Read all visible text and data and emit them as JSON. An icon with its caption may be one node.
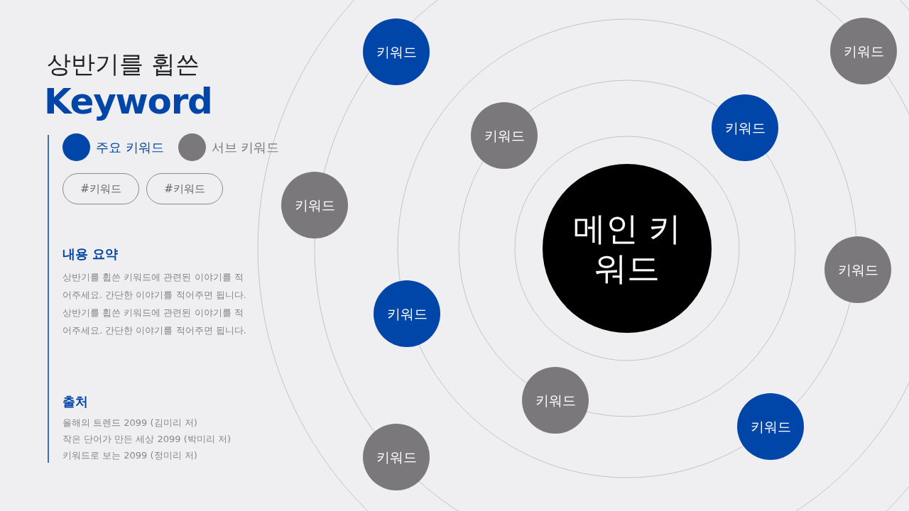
{
  "diagram": {
    "title": "상반기를 휩쓴",
    "nodes": [
      {
        "text": [
          "#키워드"
        ]
      },
      {
        "text": [
          "#키워드"
        ]
      },
      {
        "text": [
          "키워드"
        ]
      },
      {
        "text": [
          "키워드"
        ]
      },
      {
        "text": [
          "키워드"
        ]
      },
      {
        "text": [
          "키워드"
        ]
      },
      {
        "text": [
          "키워드"
        ]
      },
      {
        "text": [
          "메인 키워드"
        ]
      },
      {
        "text": [
          "키워드"
        ]
      },
      {
        "text": [
          "키워드"
        ]
      },
      {
        "text": [
          "키워드"
        ]
      },
      {
        "text": [
          "키워드"
        ]
      },
      {
        "text": [
          "키워드"
        ]
      }
    ],
    "labels": [
      "Keyword",
      "내용 요약",
      "상반기를 휩쓴 키워드에 관련된 이야기를 적어주세요. 간단한 이야기를 적어주면 됩니다. 상반기를 휩쓴 키워드에 관련된 이야기를 적어주세요. 간단한 이야기를 적어주면 됩니다.",
      "출처",
      "올해의 트렌드 2099 (김미리 저)",
      "작은 단어가 만든 세상 2099 (박미리 저)",
      "키워드로 보는 2099 (정미리 저)"
    ],
    "legend": [
      {
        "text": "주요 키워드",
        "color": "#0046a8"
      },
      {
        "text": "서브 키워드",
        "color": "#7a787b"
      }
    ]
  }
}
